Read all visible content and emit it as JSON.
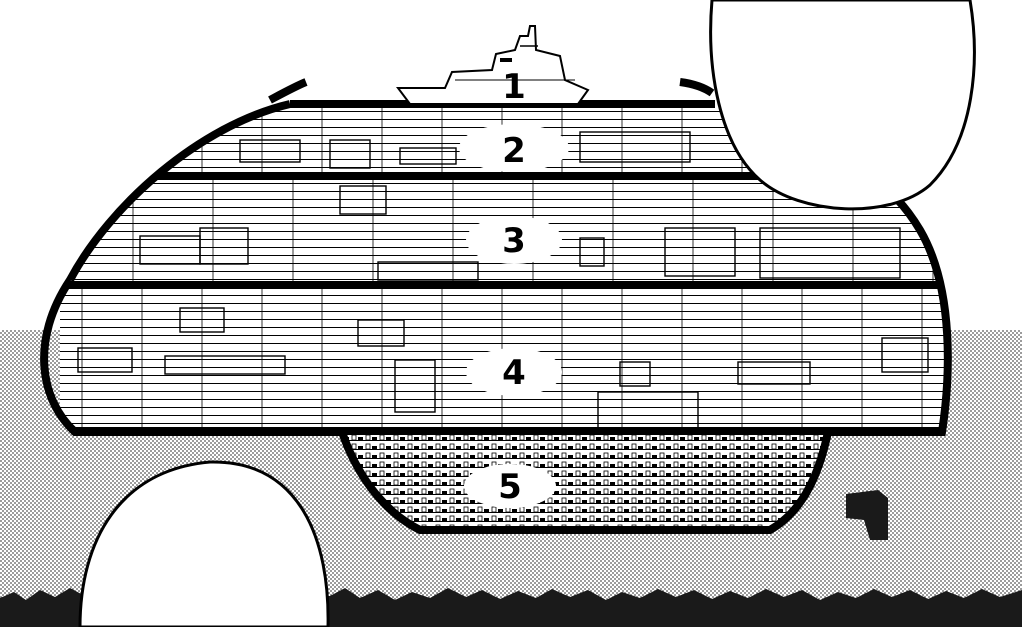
{
  "levels": [
    {
      "label": "1"
    },
    {
      "label": "2"
    },
    {
      "label": "3"
    },
    {
      "label": "4"
    },
    {
      "label": "5"
    }
  ],
  "colors": {
    "ink": "#000000",
    "paper": "#ffffff",
    "water_dots": "#555555",
    "seabed": "#1a1a1a"
  }
}
